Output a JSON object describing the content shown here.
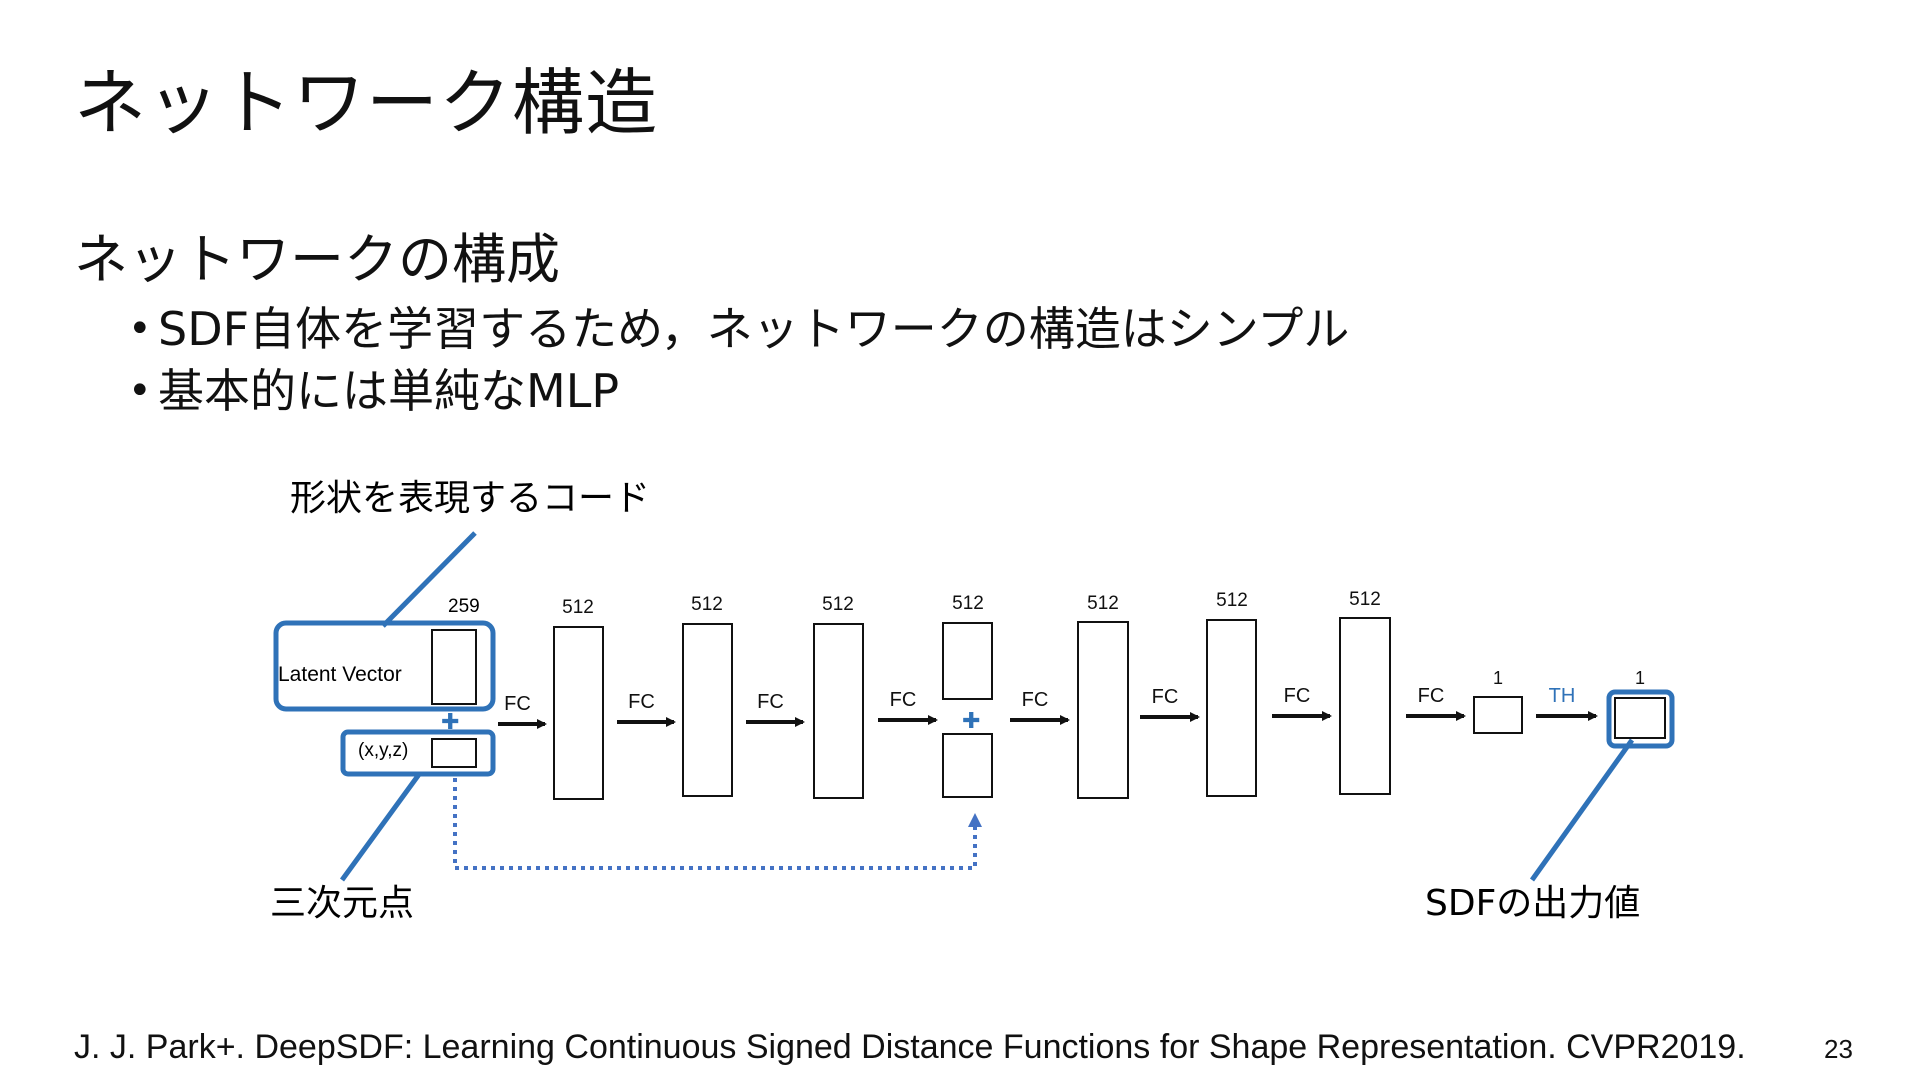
{
  "slide": {
    "title": "ネットワーク構造",
    "subtitle": "ネットワークの構成",
    "bullets": [
      "SDF自体を学習するため，ネットワークの構造はシンプル",
      "基本的には単純なMLP"
    ],
    "citation": "J. J. Park+. DeepSDF: Learning Continuous Signed Distance Functions for Shape Representation. CVPR2019.",
    "page_number": "23"
  },
  "diagram": {
    "callouts": {
      "latent_code": "形状を表現するコード",
      "point_3d": "三次元点",
      "sdf_output": "SDFの出力値"
    },
    "input": {
      "latent_label": "Latent Vector",
      "latent_dim": "259",
      "xyz_label": "(x,y,z)",
      "plus": "✚"
    },
    "layer_dims": [
      "512",
      "512",
      "512",
      "512",
      "512",
      "512",
      "512",
      "1",
      "1"
    ],
    "fc_label": "FC",
    "th_label": "TH",
    "skip_plus": "✚",
    "colors": {
      "highlight": "#2f72b8",
      "skip_arrow": "#4472c4",
      "box_stroke": "#111111"
    }
  }
}
